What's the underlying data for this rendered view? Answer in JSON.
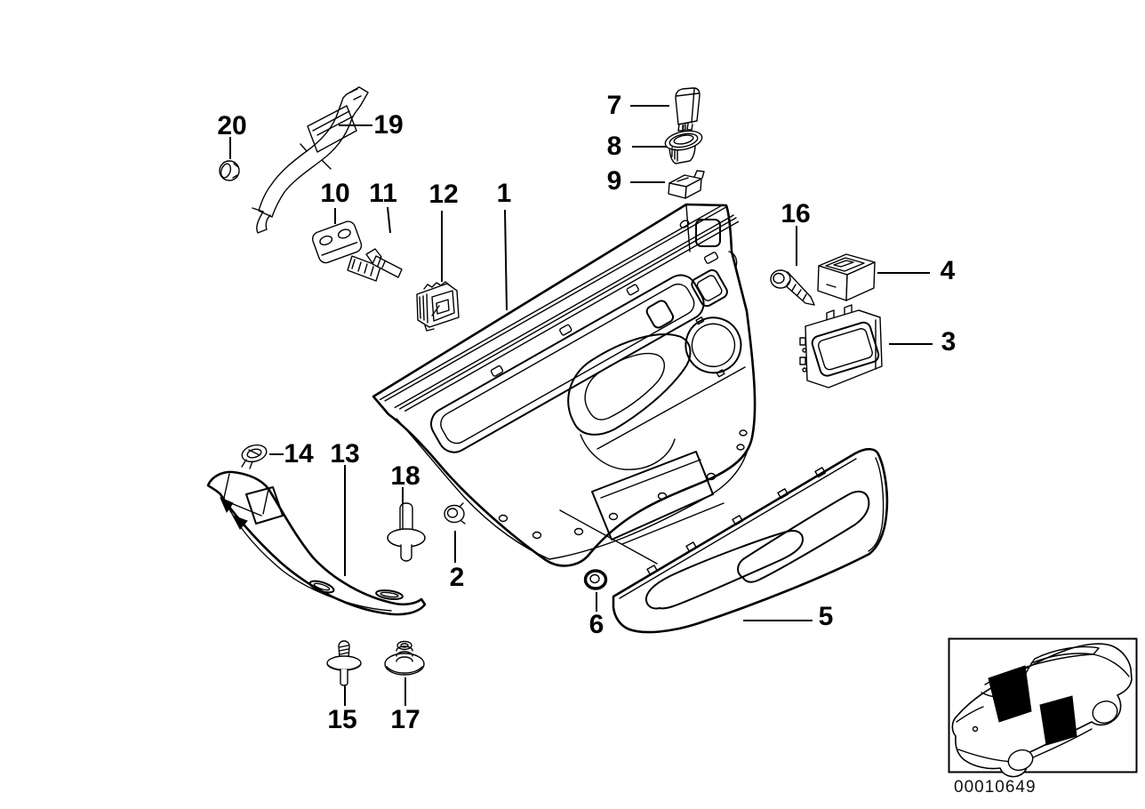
{
  "colors": {
    "background": "#ffffff",
    "line": "#000000"
  },
  "diagram": {
    "callouts": {
      "c1": "1",
      "c2": "2",
      "c3": "3",
      "c4": "4",
      "c5": "5",
      "c6": "6",
      "c7": "7",
      "c8": "8",
      "c9": "9",
      "c10": "10",
      "c11": "11",
      "c12": "12",
      "c13": "13",
      "c14": "14",
      "c15": "15",
      "c16": "16",
      "c17": "17",
      "c18": "18",
      "c19": "19",
      "c20": "20"
    },
    "image_code": "00010649"
  }
}
